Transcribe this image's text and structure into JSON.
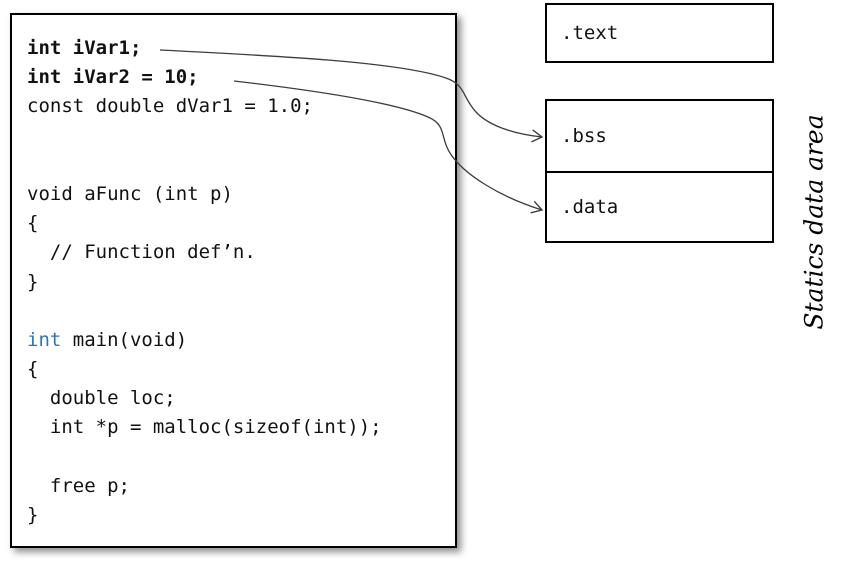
{
  "diagram": {
    "code_panel": {
      "lines": [
        {
          "parts": [
            {
              "t": "int iVar1;",
              "b": true
            }
          ]
        },
        {
          "parts": [
            {
              "t": "int iVar2 = 10;",
              "b": true
            }
          ]
        },
        {
          "parts": [
            {
              "t": "const double dVar1 = 1.0;"
            }
          ]
        },
        {
          "parts": []
        },
        {
          "parts": []
        },
        {
          "parts": [
            {
              "t": "void aFunc (int p)"
            }
          ]
        },
        {
          "parts": [
            {
              "t": "{"
            }
          ]
        },
        {
          "parts": [
            {
              "t": "  // Function def’n."
            }
          ]
        },
        {
          "parts": [
            {
              "t": "}"
            }
          ]
        },
        {
          "parts": []
        },
        {
          "parts": [
            {
              "t": "int",
              "c": "kw"
            },
            {
              "t": " main(void)"
            }
          ]
        },
        {
          "parts": [
            {
              "t": "{"
            }
          ]
        },
        {
          "parts": [
            {
              "t": "  double loc;"
            }
          ]
        },
        {
          "parts": [
            {
              "t": "  int *p = malloc(sizeof(int));"
            }
          ]
        },
        {
          "parts": []
        },
        {
          "parts": [
            {
              "t": "  free p;"
            }
          ]
        },
        {
          "parts": [
            {
              "t": "}"
            }
          ]
        }
      ]
    },
    "memory_boxes": {
      "text_label": ".text",
      "bss_label": ".bss",
      "data_label": ".data"
    },
    "side_label": "Statics data area",
    "arrows": [
      {
        "from": "int iVar1;",
        "to": ".bss"
      },
      {
        "from": "int iVar2 = 10;",
        "to": ".data"
      }
    ],
    "colors": {
      "keyword_blue": "#2E75B6",
      "arrow_stroke": "#3d3d3d",
      "border_black": "#000000",
      "background": "#ffffff"
    }
  }
}
